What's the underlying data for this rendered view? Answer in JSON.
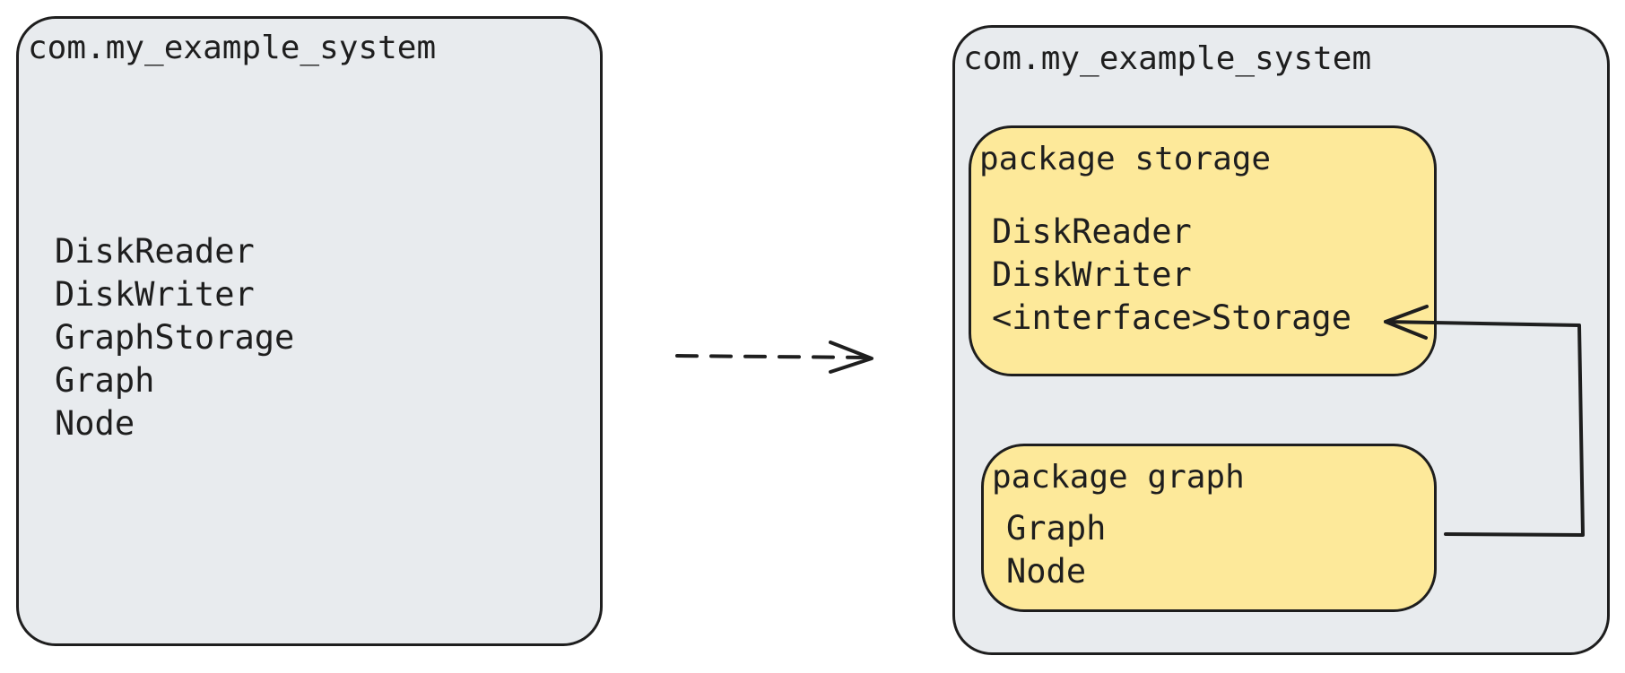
{
  "colors": {
    "stroke": "#1e1e1e",
    "system_fill": "#e8ebee",
    "package_fill": "#fde99a",
    "background": "#ffffff"
  },
  "before": {
    "system_label": "com.my_example_system",
    "classes": [
      "DiskReader",
      "DiskWriter",
      "GraphStorage",
      "Graph",
      "Node"
    ]
  },
  "transform_arrow": {
    "style": "dashed",
    "icon": "dashed-arrow-right-icon"
  },
  "after": {
    "system_label": "com.my_example_system",
    "packages": [
      {
        "label": "package storage",
        "classes": [
          "DiskReader",
          "DiskWriter",
          "<interface>Storage"
        ]
      },
      {
        "label": "package graph",
        "classes": [
          "Graph",
          "Node"
        ]
      }
    ],
    "dependency": {
      "from": "package graph",
      "to": "<interface>Storage",
      "icon": "open-arrowhead-icon"
    }
  }
}
